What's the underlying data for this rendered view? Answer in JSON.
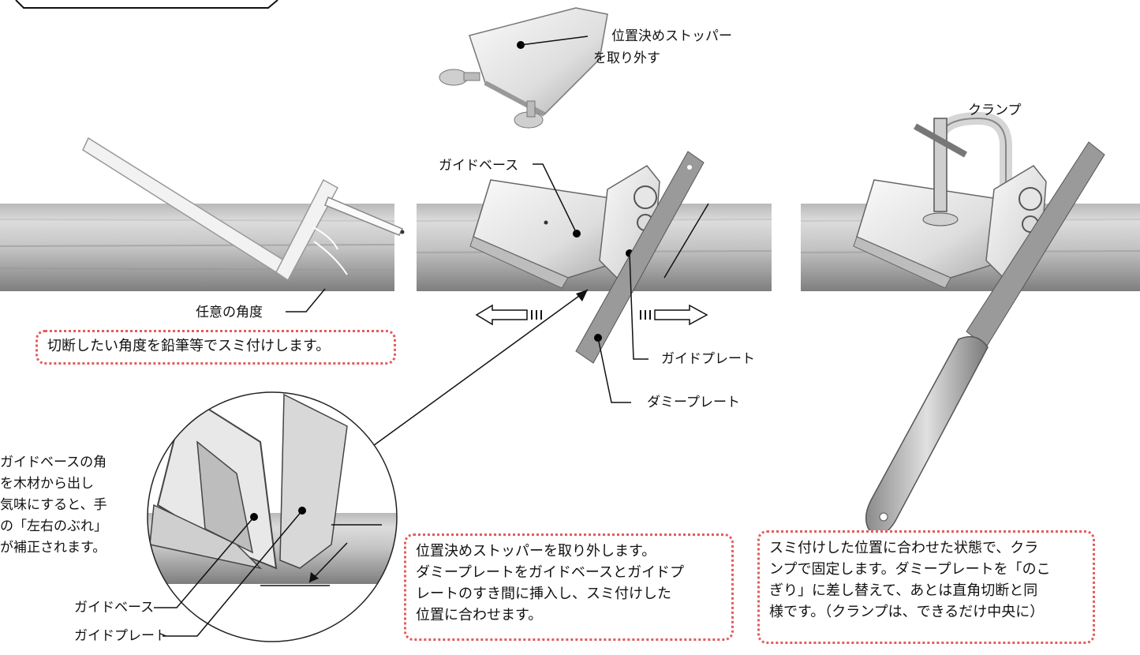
{
  "labels": {
    "stopper_line1": "位置決めストッパー",
    "stopper_line2": "を取り外す",
    "clamp": "クランプ",
    "guide_base_top": "ガイドベース",
    "any_angle": "任意の角度",
    "guide_plate_mid": "ガイドプレート",
    "dummy_plate": "ダミープレート",
    "guide_base_zoom": "ガイドベース",
    "guide_plate_zoom": "ガイドプレート"
  },
  "notes": {
    "step1": "切断したい角度を鉛筆等でスミ付けします。",
    "step2": [
      "位置決めストッパーを取り外します。",
      "ダミープレートをガイドベースとガイドプ",
      "レートのすき間に挿入し、スミ付けした",
      "位置に合わせます。"
    ],
    "step3": [
      "スミ付けした位置に合わせた状態で、クラ",
      "ンプで固定します。ダミープレートを「のこ",
      "ぎり」に差し替えて、あとは直角切断と同",
      "様です。（クランプは、できるだけ中央に）"
    ],
    "side_tip": [
      "ガイドベースの角",
      "を木材から出し",
      "気味にすると、手",
      "の「左右のぶれ」",
      "が補正されます。"
    ]
  },
  "colors": {
    "note_border": "#e25c5c",
    "wood_light": "#d8d8d8",
    "wood_dark": "#8d8d8d",
    "metal": "#e4e4e4",
    "line": "#111111"
  },
  "icons": [
    "stopper-icon",
    "clamp-icon",
    "saw-icon",
    "square-ruler-icon",
    "arrow-left-icon",
    "arrow-right-icon",
    "magnifier-circle-icon"
  ]
}
